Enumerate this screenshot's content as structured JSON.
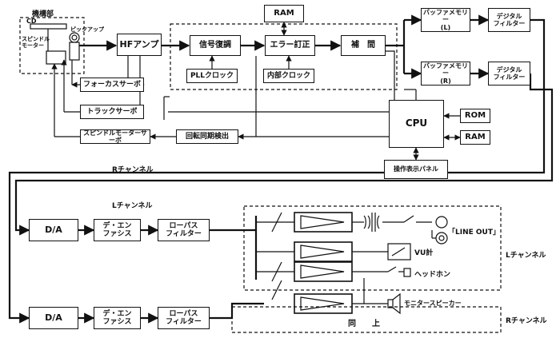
{
  "labels": {
    "mechanism": "機構部",
    "cd": "CD",
    "spindle_motor": "スピンドル\nモーター",
    "pickup": "ピックアップ",
    "r_channel_top": "Rチャンネル",
    "l_channel_mid": "Lチャンネル",
    "l_channel_right": "Lチャンネル",
    "r_channel_right": "Rチャンネル",
    "line_out": "「LINE OUT」",
    "vu": "VU計",
    "headphone": "ヘッドホン",
    "monitor_speaker": "モニタースピーカー",
    "same_as_above": "同　　上"
  },
  "blocks": {
    "hf_amp": "HFアンプ",
    "demod": "信号復調",
    "err_corr": "エラー訂正",
    "interp": "補　間",
    "ram_top": "RAM",
    "pll": "PLLクロック",
    "int_clock": "内部クロック",
    "focus_servo": "フォーカスサーボ",
    "track_servo": "トラックサーボ",
    "spindle_servo": "スピンドルモーターサーボ",
    "rot_sync": "回転同期検出",
    "buf_l": "バッファメモリー\n(L)",
    "buf_r": "バッファメモリー\n(R)",
    "dfilter_l": "デジタル\nフィルター",
    "dfilter_r": "デジタル\nフィルター",
    "cpu": "CPU",
    "rom": "ROM",
    "ram_cpu": "RAM",
    "panel": "操作表示パネル",
    "da_l": "D/A",
    "deemph_l": "デ・エン\nファシス",
    "lpf_l": "ローパス\nフィルター",
    "da_r": "D/A",
    "deemph_r": "デ・エン\nファシス",
    "lpf_r": "ローパス\nフィルター"
  }
}
